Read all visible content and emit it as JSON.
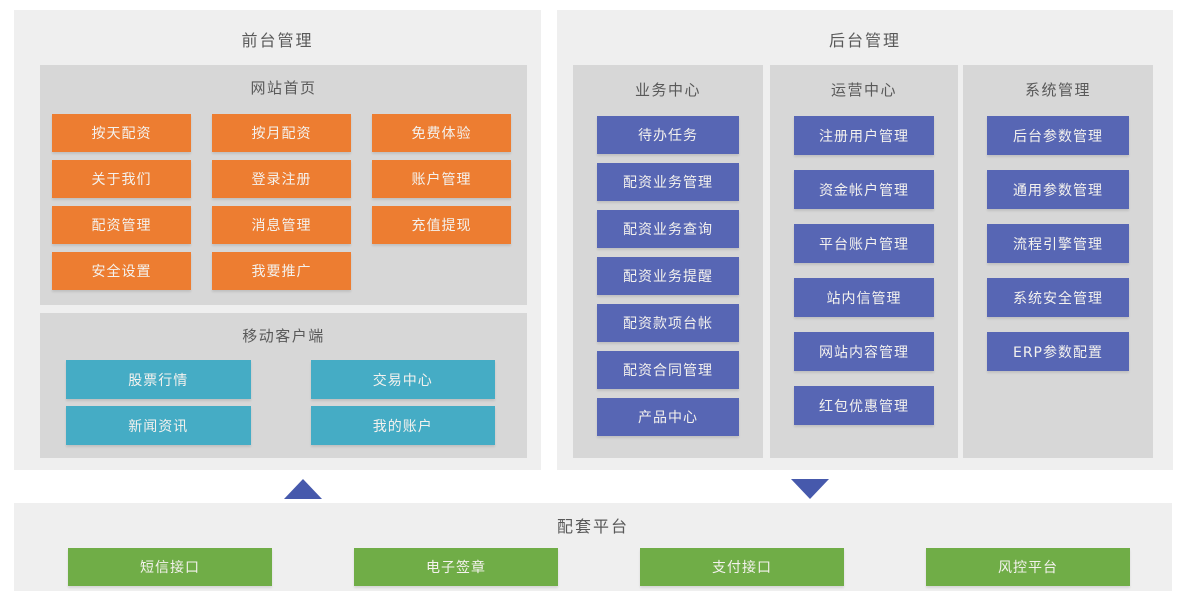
{
  "colors": {
    "page_bg": "#ffffff",
    "panel_bg": "#efefef",
    "inner_bg": "#d7d7d7",
    "orange": "#ed7d31",
    "teal": "#45acc5",
    "blue": "#5766b4",
    "green": "#70ad47",
    "arrow": "#4659ac",
    "title_text": "#595959",
    "button_text": "#f4f2ee"
  },
  "icons": {
    "arrow_up": "up-triangle-connector",
    "arrow_down": "down-triangle-connector"
  },
  "front_panel": {
    "title": "前台管理",
    "website_section": {
      "title": "网站首页",
      "buttons": [
        "按天配资",
        "按月配资",
        "免费体验",
        "关于我们",
        "登录注册",
        "账户管理",
        "配资管理",
        "消息管理",
        "充值提现",
        "安全设置",
        "我要推广"
      ]
    },
    "mobile_section": {
      "title": "移动客户端",
      "buttons": [
        "股票行情",
        "交易中心",
        "新闻资讯",
        "我的账户"
      ]
    }
  },
  "back_panel": {
    "title": "后台管理",
    "columns": [
      {
        "title": "业务中心",
        "buttons": [
          "待办任务",
          "配资业务管理",
          "配资业务查询",
          "配资业务提醒",
          "配资款项台帐",
          "配资合同管理",
          "产品中心"
        ]
      },
      {
        "title": "运营中心",
        "buttons": [
          "注册用户管理",
          "资金帐户管理",
          "平台账户管理",
          "站内信管理",
          "网站内容管理",
          "红包优惠管理"
        ]
      },
      {
        "title": "系统管理",
        "buttons": [
          "后台参数管理",
          "通用参数管理",
          "流程引擎管理",
          "系统安全管理",
          "ERP参数配置"
        ]
      }
    ]
  },
  "support_bar": {
    "title": "配套平台",
    "buttons": [
      "短信接口",
      "电子签章",
      "支付接口",
      "风控平台"
    ]
  }
}
